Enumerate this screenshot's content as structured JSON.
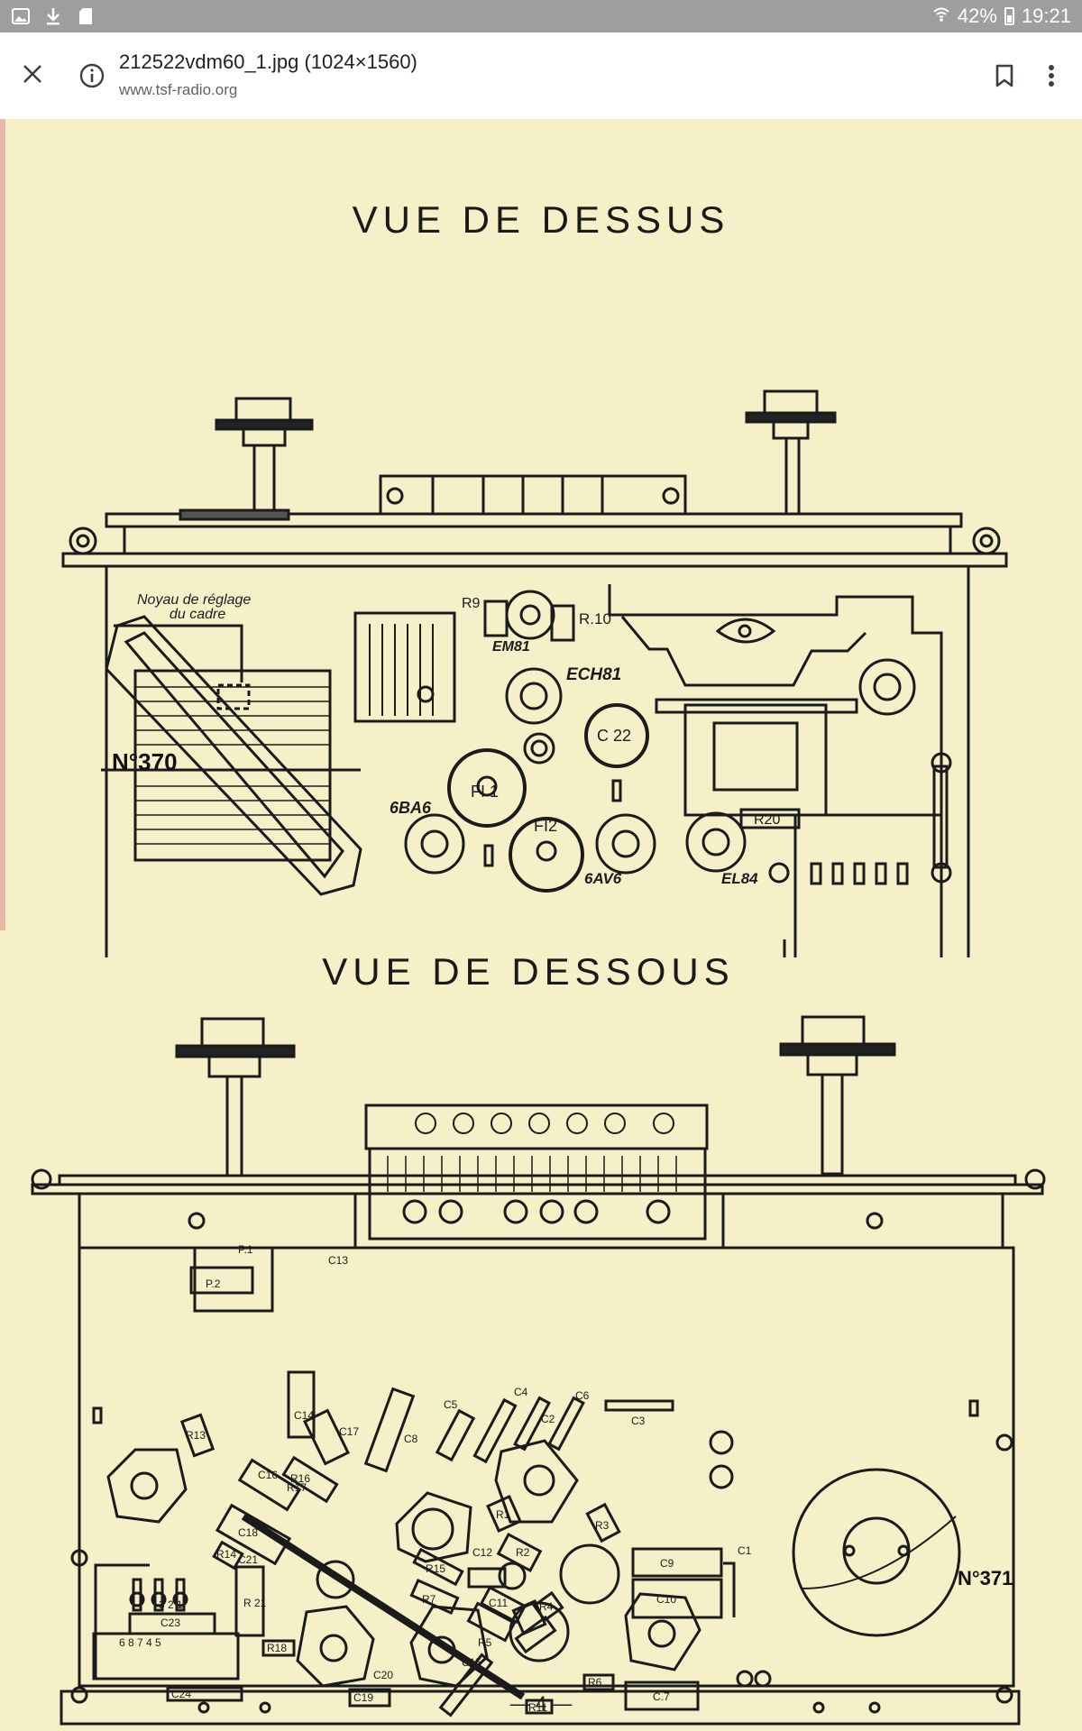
{
  "status_bar": {
    "battery": "42%",
    "time": "19:21",
    "icons": [
      "image-icon",
      "download-icon",
      "sd-card-icon",
      "wifi-icon",
      "battery-icon"
    ]
  },
  "app_bar": {
    "title": "212522vdm60_1.jpg (1024×1560)",
    "url": "www.tsf-radio.org",
    "icons": [
      "close-icon",
      "info-icon",
      "bookmark-icon",
      "more-vert-icon"
    ]
  },
  "document": {
    "top_view": {
      "heading": "VUE DE DESSUS",
      "plate": "N°370",
      "note_line1": "Noyau de réglage",
      "note_line2": "du cadre",
      "labels": {
        "r9": "R9",
        "r10": "R.10",
        "em81": "EM81",
        "ech81": "ECH81",
        "c22": "C 22",
        "fi1": "FI 1",
        "fi2": "FI2",
        "6ba6": "6BA6",
        "6av6": "6AV6",
        "el84": "EL84",
        "r20": "R20"
      }
    },
    "bottom_view": {
      "heading": "VUE DE DESSOUS",
      "plate": "N°371",
      "labels": {
        "p1": "P.1",
        "p2": "P.2",
        "c13": "C13",
        "c14": "C14",
        "c17": "C17",
        "c8": "C8",
        "c5": "C5",
        "c4": "C4",
        "c2": "C2",
        "c6": "C6",
        "c3": "C3",
        "r13": "R13",
        "c16": "C16",
        "r16": "R16",
        "r17": "R17",
        "c18": "C18",
        "r14": "R14",
        "c21": "C21",
        "r21": "R 21",
        "c23": "C23",
        "r18": "R18",
        "c24": "C24",
        "c19": "C19",
        "c20": "C20",
        "r1": "R1",
        "r3": "R3",
        "r2": "R2",
        "c12": "C12",
        "r15": "R15",
        "r7": "R7",
        "c11": "C11",
        "c15": "C15",
        "r4": "R4",
        "r5": "R5",
        "r6": "R6",
        "r11": "R11",
        "c9": "C9",
        "c10": "C10",
        "c1": "C1",
        "c7": "C.7",
        "pins_top": "3 2 1",
        "pins_bottom": "6 8 7 4 5"
      }
    },
    "page_number": "— 4 —"
  }
}
